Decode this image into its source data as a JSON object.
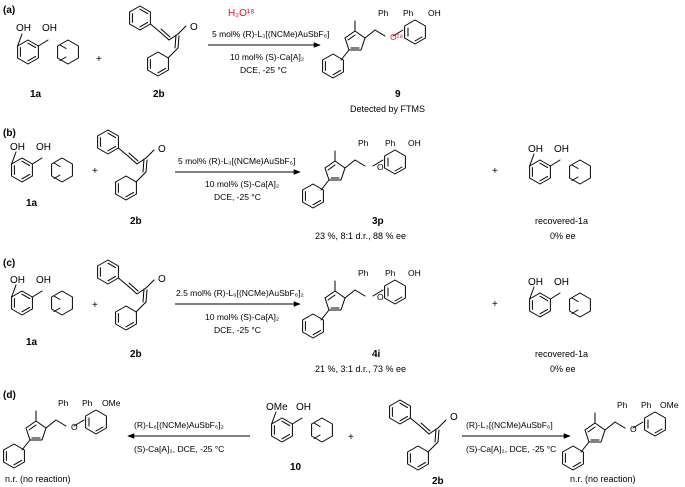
{
  "colors": {
    "ink": "#000000",
    "isotope": "#e8141c"
  },
  "panel_a": {
    "tag": "(a)",
    "reactant1": "1a",
    "plus": "+",
    "reactant2": "2b",
    "reagent_isotope": "H₂O¹⁸",
    "cond1": "5 mol% (R)-L₃[(NCMe)AuSbF₆]",
    "cond2": "10 mol% (S)-Ca[A]₂",
    "cond3": "DCE, -25 °C",
    "product": "9",
    "product_note": "Detected by FTMS",
    "o18_label": "O¹⁸",
    "oh": "OH",
    "ph": "Ph",
    "o": "O"
  },
  "panel_b": {
    "tag": "(b)",
    "reactant1": "1a",
    "plus": "+",
    "reactant2": "2b",
    "cond1": "5 mol% (R)-L₃[(NCMe)AuSbF₆]",
    "cond2": "10 mol% (S)-Ca[A]₂",
    "cond3": "DCE, -25 °C",
    "product": "3p",
    "result": "23 %, 8:1 d.r., 88 % ee",
    "plus2": "+",
    "recovered": "recovered-1a",
    "recovered_ee": "0% ee",
    "oh": "OH",
    "ph": "Ph",
    "o": "O"
  },
  "panel_c": {
    "tag": "(c)",
    "reactant1": "1a",
    "plus": "+",
    "reactant2": "2b",
    "cond1": "2.5 mol% (R)-L₆[(NCMe)AuSbF₆]₂",
    "cond2": "10 mol% (S)-Ca[A]₂",
    "cond3": "DCE, -25 °C",
    "product": "4i",
    "result": "21 %, 3:1 d.r., 73 % ee",
    "plus2": "+",
    "recovered": "recovered-1a",
    "recovered_ee": "0% ee",
    "oh": "OH",
    "ph": "Ph",
    "o": "O"
  },
  "panel_d": {
    "tag": "(d)",
    "center": "10",
    "plus": "+",
    "right_reactant": "2b",
    "left_cond1": "(R)-L₆[(NCMe)AuSbF₆]₂",
    "left_cond2": "(S)-Ca[A]₂, DCE, -25 °C",
    "right_cond1": "(R)-L₃[(NCMe)AuSbF₆]",
    "right_cond2": "(S)-Ca[A]₂, DCE, -25 °C",
    "left_result": "n.r. (no reaction)",
    "right_result": "n.r. (no reaction)",
    "ome": "OMe",
    "oh": "OH",
    "ph": "Ph",
    "o": "O"
  }
}
